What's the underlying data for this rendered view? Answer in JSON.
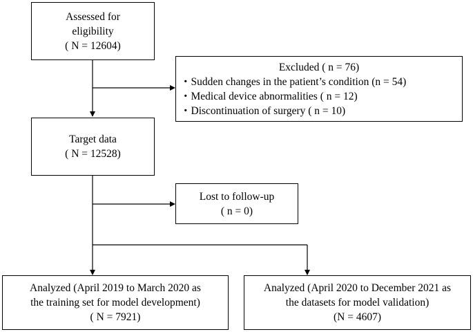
{
  "boxes": {
    "assessed": {
      "lines": [
        "Assessed for",
        "eligibility",
        "( N = 12604)"
      ]
    },
    "excluded": {
      "title": "Excluded ( n = 76)",
      "items": [
        "・Sudden changes in the patient’s condition (n = 54)",
        "・Medical device abnormalities ( n = 12)",
        "・Discontinuation of surgery ( n = 10)"
      ]
    },
    "target": {
      "lines": [
        "Target data",
        "( N = 12528)"
      ]
    },
    "lost": {
      "lines": [
        "Lost to follow-up",
        "( n = 0)"
      ]
    },
    "training": {
      "lines": [
        "Analyzed (April 2019 to March 2020 as",
        "the training set for model development)",
        "( N = 7921)"
      ]
    },
    "validation": {
      "lines": [
        "Analyzed (April 2020 to December 2021 as",
        "the datasets for model validation)",
        "(N = 4607)"
      ]
    }
  },
  "colors": {
    "line": "#000000",
    "box_border": "#000000",
    "background": "#ffffff"
  }
}
